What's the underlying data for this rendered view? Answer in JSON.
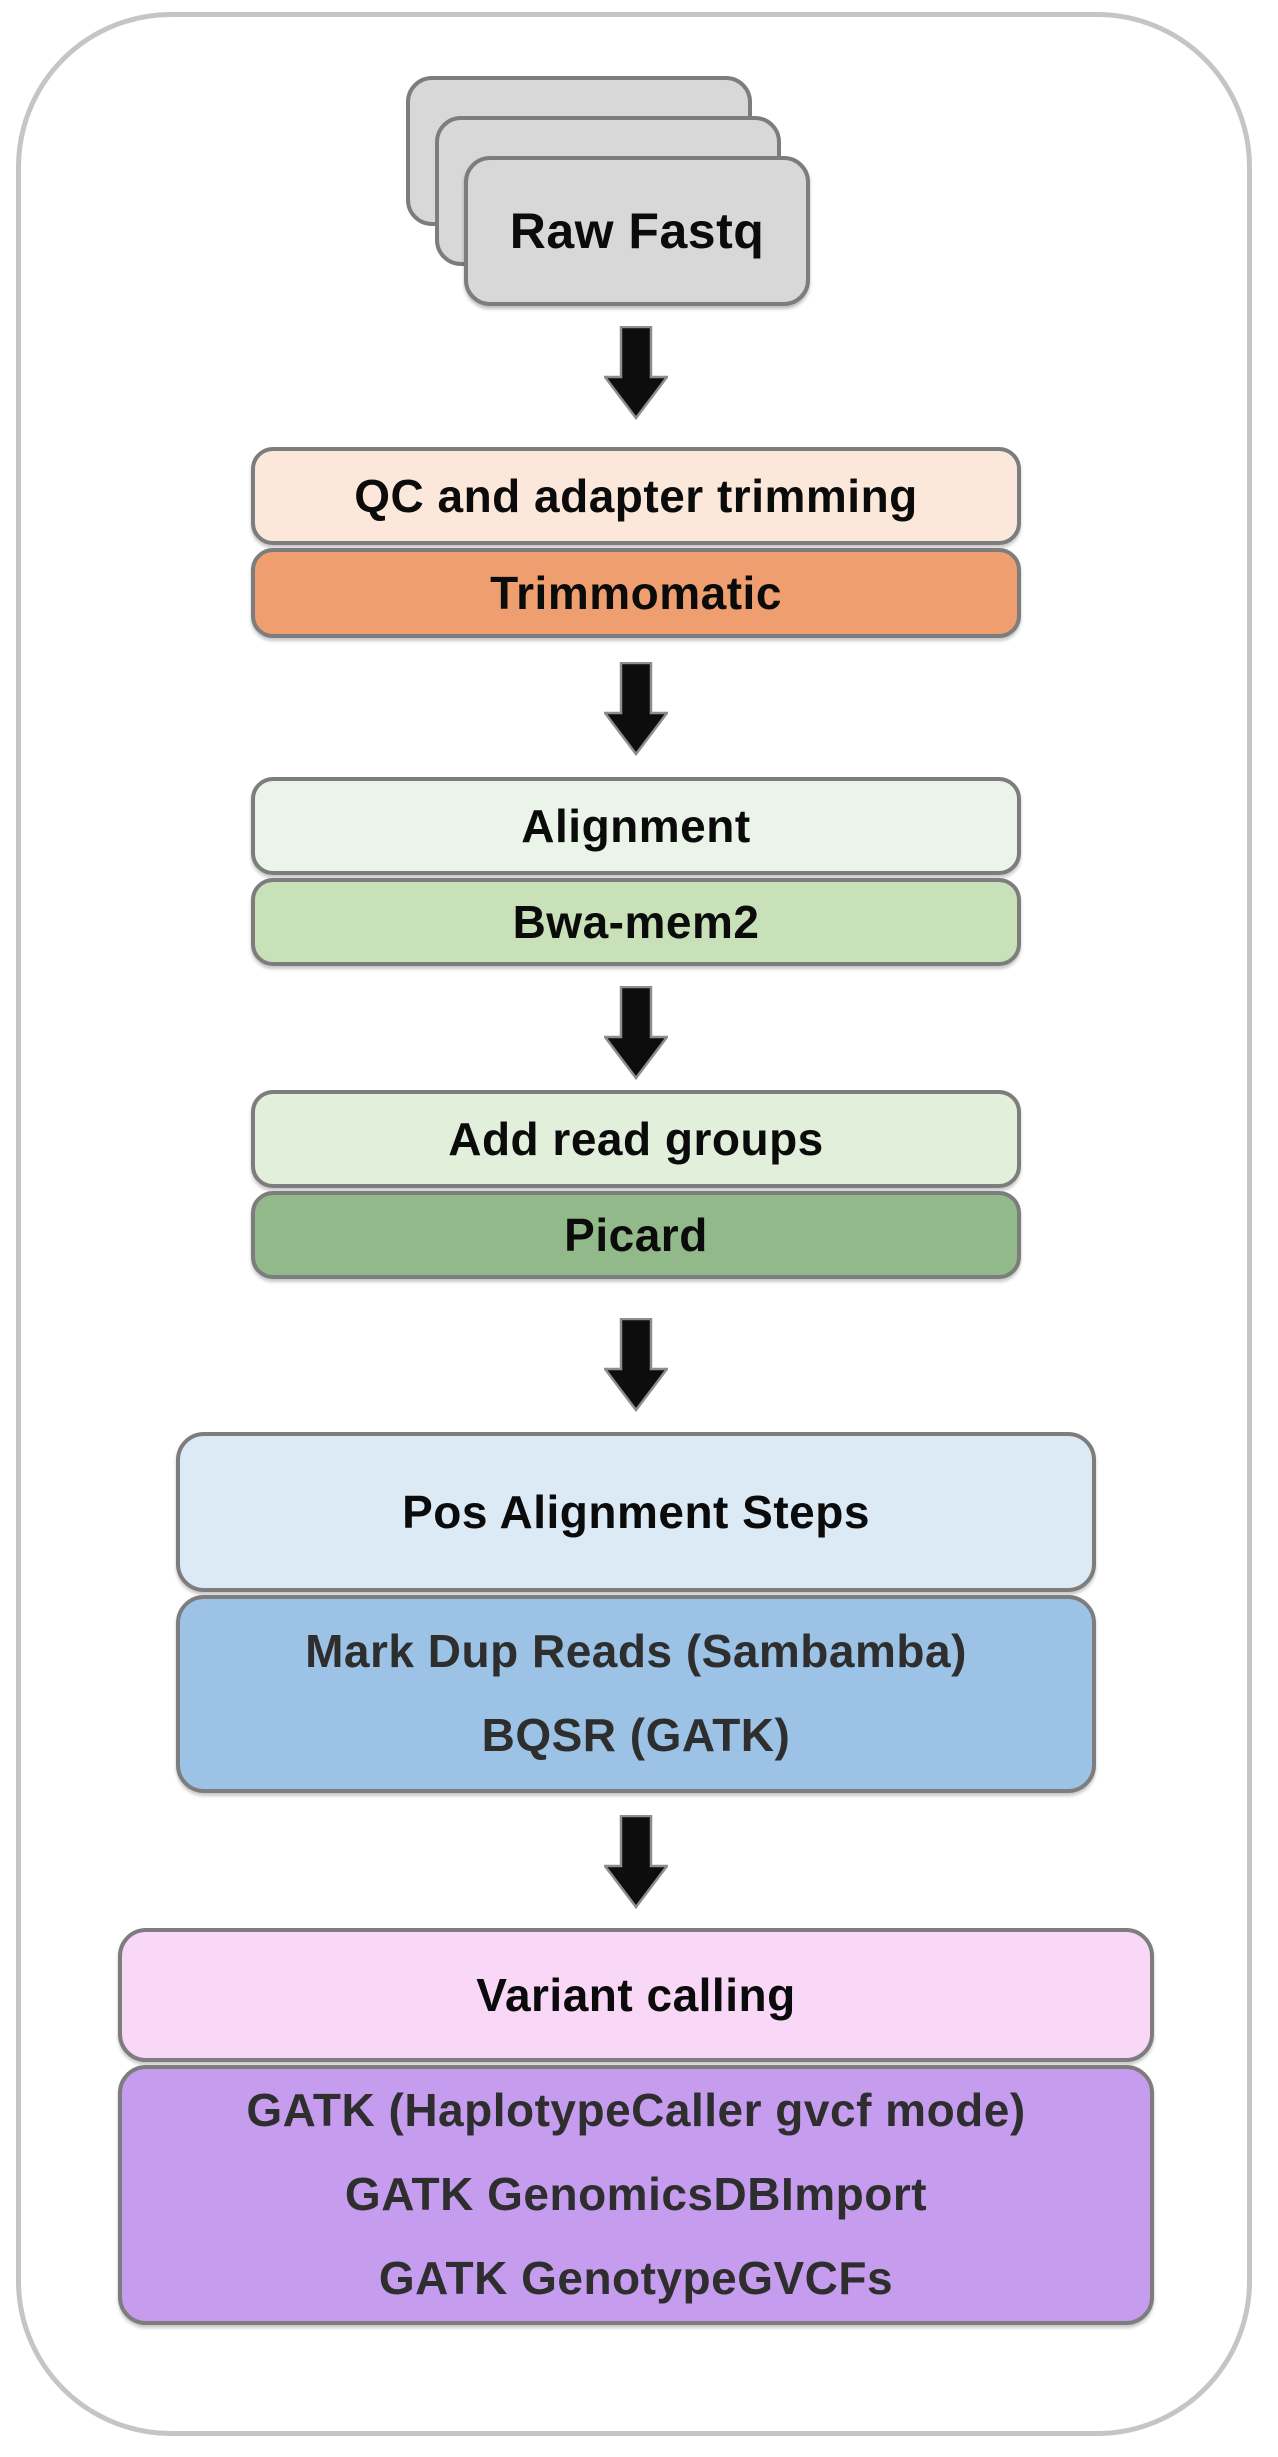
{
  "palette": {
    "outer_frame_border": "#c5c5c5",
    "box_border": "#7d7d7d",
    "fastq_card_fill": "#d8d8d8",
    "qc_label_fill": "#fce8da",
    "trimmomatic_fill": "#ee9e6f",
    "alignment_label_fill": "#eaf4e8",
    "bwa_mem2_fill": "#c8e1b8",
    "add_read_groups_label_fill": "#e2efdb",
    "picard_fill": "#92b98a",
    "pos_alignment_label_fill": "#dceaf6",
    "mark_dup_fill": "#9cc3e6",
    "variant_calling_label_fill": "#f9d7f7",
    "gatk_fill": "#c69cef",
    "arrow_fill": "#0d0d0d",
    "text_color": "#0b0b0b"
  },
  "input": {
    "label": "Raw Fastq",
    "stacked_cards": 3
  },
  "steps": [
    {
      "label": "QC and adapter trimming",
      "tools": [
        "Trimmomatic"
      ]
    },
    {
      "label": "Alignment",
      "tools": [
        "Bwa-mem2"
      ]
    },
    {
      "label": "Add read groups",
      "tools": [
        "Picard"
      ]
    },
    {
      "label": "Pos Alignment Steps",
      "tools": [
        "Mark Dup Reads (Sambamba)",
        "BQSR (GATK)"
      ]
    },
    {
      "label": "Variant calling",
      "tools": [
        "GATK (HaplotypeCaller gvcf mode)",
        "GATK GenomicsDBImport",
        "GATK GenotypeGVCFs"
      ]
    }
  ]
}
